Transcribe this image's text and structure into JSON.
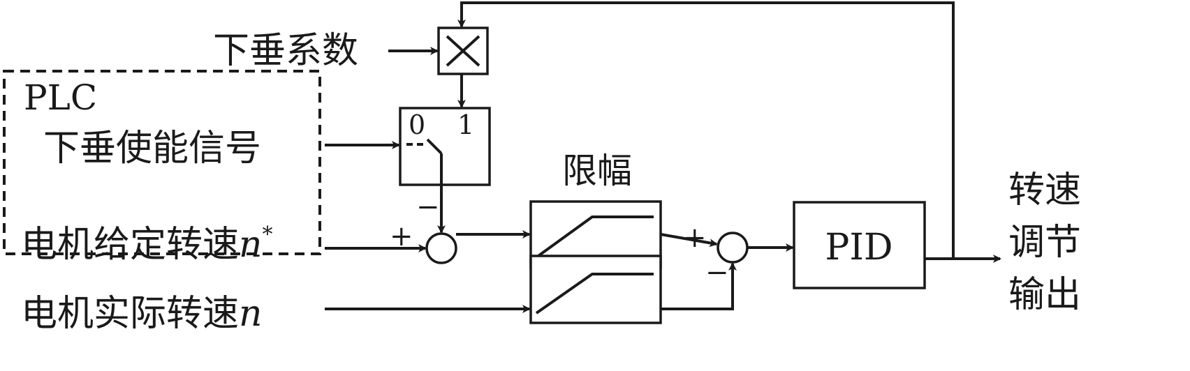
{
  "labels": {
    "droop_coefficient": "下垂系数",
    "plc": "PLC",
    "droop_enable_signal": "下垂使能信号",
    "motor_given_speed": "电机给定转速",
    "given_speed_symbol": "n",
    "given_speed_superscript": "*",
    "motor_actual_speed": "电机实际转速",
    "actual_speed_symbol": "n",
    "limiter": "限幅",
    "pid": "PID",
    "output_line1": "转速",
    "output_line2": "调节",
    "output_line3": "输出",
    "switch_pos_0": "0",
    "switch_pos_1": "1"
  },
  "signs": {
    "sum1_top": "−",
    "sum1_left": "+",
    "sum2_left": "+",
    "sum2_bottom": "−"
  },
  "colors": {
    "stroke": "#1a1a1a",
    "background": "#ffffff"
  }
}
